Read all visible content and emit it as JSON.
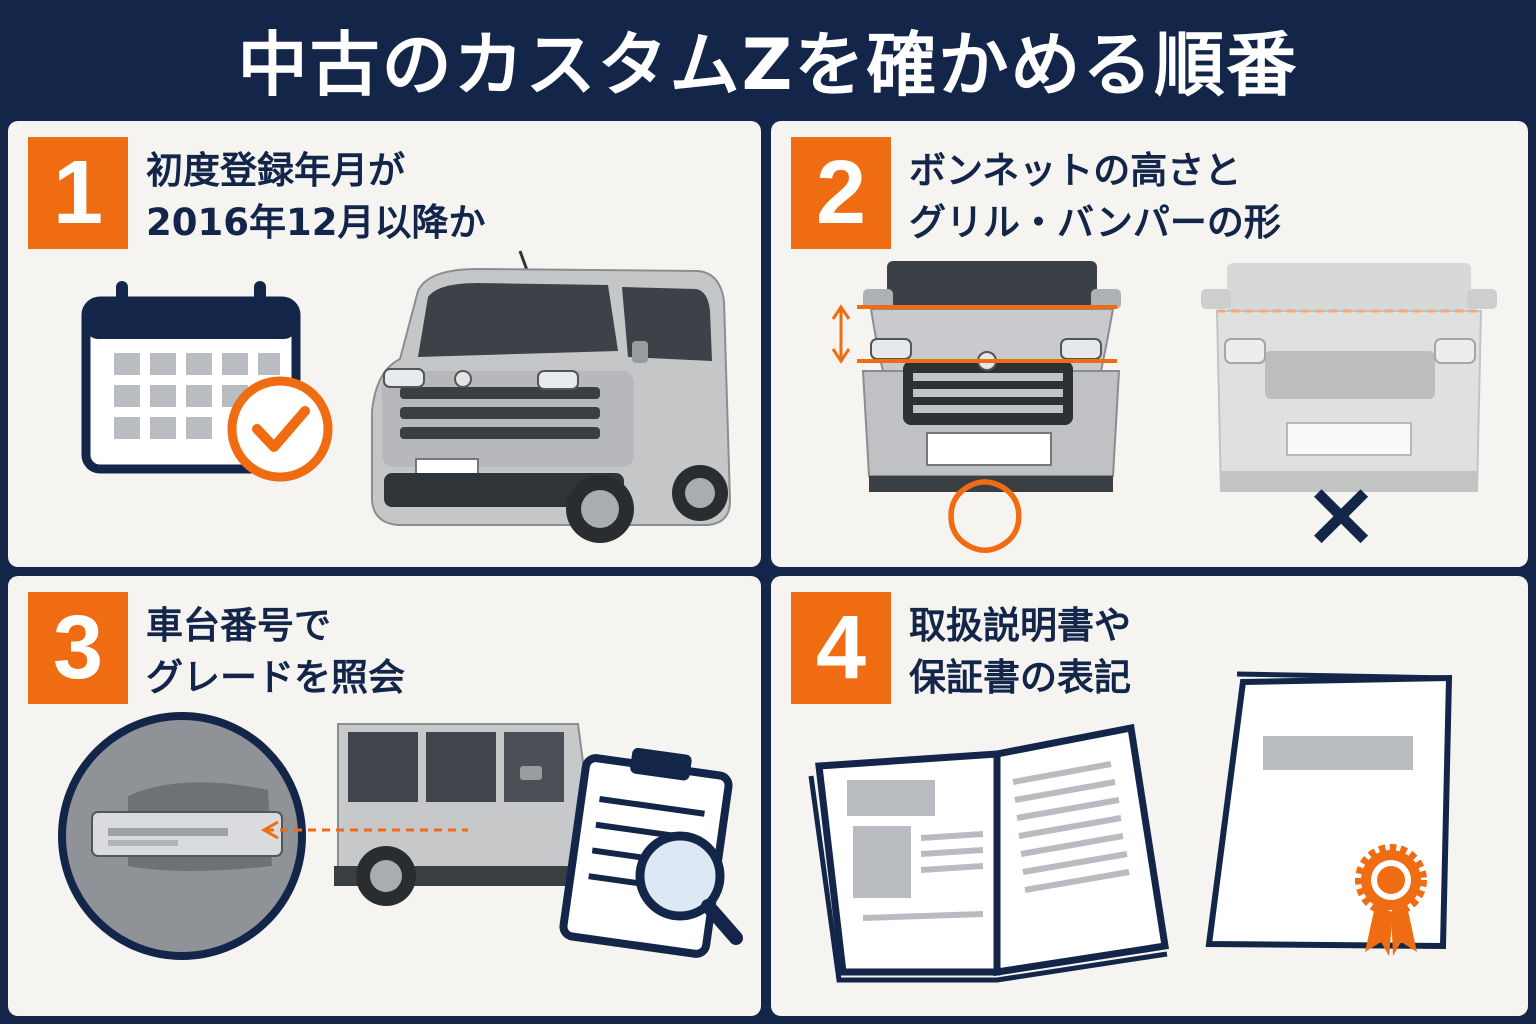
{
  "title": "中古のカスタムZを確かめる順番",
  "steps": [
    {
      "number": "1",
      "line1": "初度登録年月が",
      "line2": "2016年12月以降か"
    },
    {
      "number": "2",
      "line1": "ボンネットの高さと",
      "line2": "グリル・バンパーの形",
      "ok_mark": "○",
      "ng_mark": "×"
    },
    {
      "number": "3",
      "line1": "車台番号で",
      "line2": "グレードを照会"
    },
    {
      "number": "4",
      "line1": "取扱説明書や",
      "line2": "保証書の表記"
    }
  ],
  "colors": {
    "navy": "#13264a",
    "orange": "#ef6c12",
    "panel": "#f5f4f1",
    "silver": "#c9cbcd"
  },
  "icons": [
    "calendar-check-icon",
    "car-icon",
    "car-front-icon",
    "vin-plate-icon",
    "clipboard-magnifier-icon",
    "manual-book-icon",
    "warranty-certificate-icon"
  ]
}
